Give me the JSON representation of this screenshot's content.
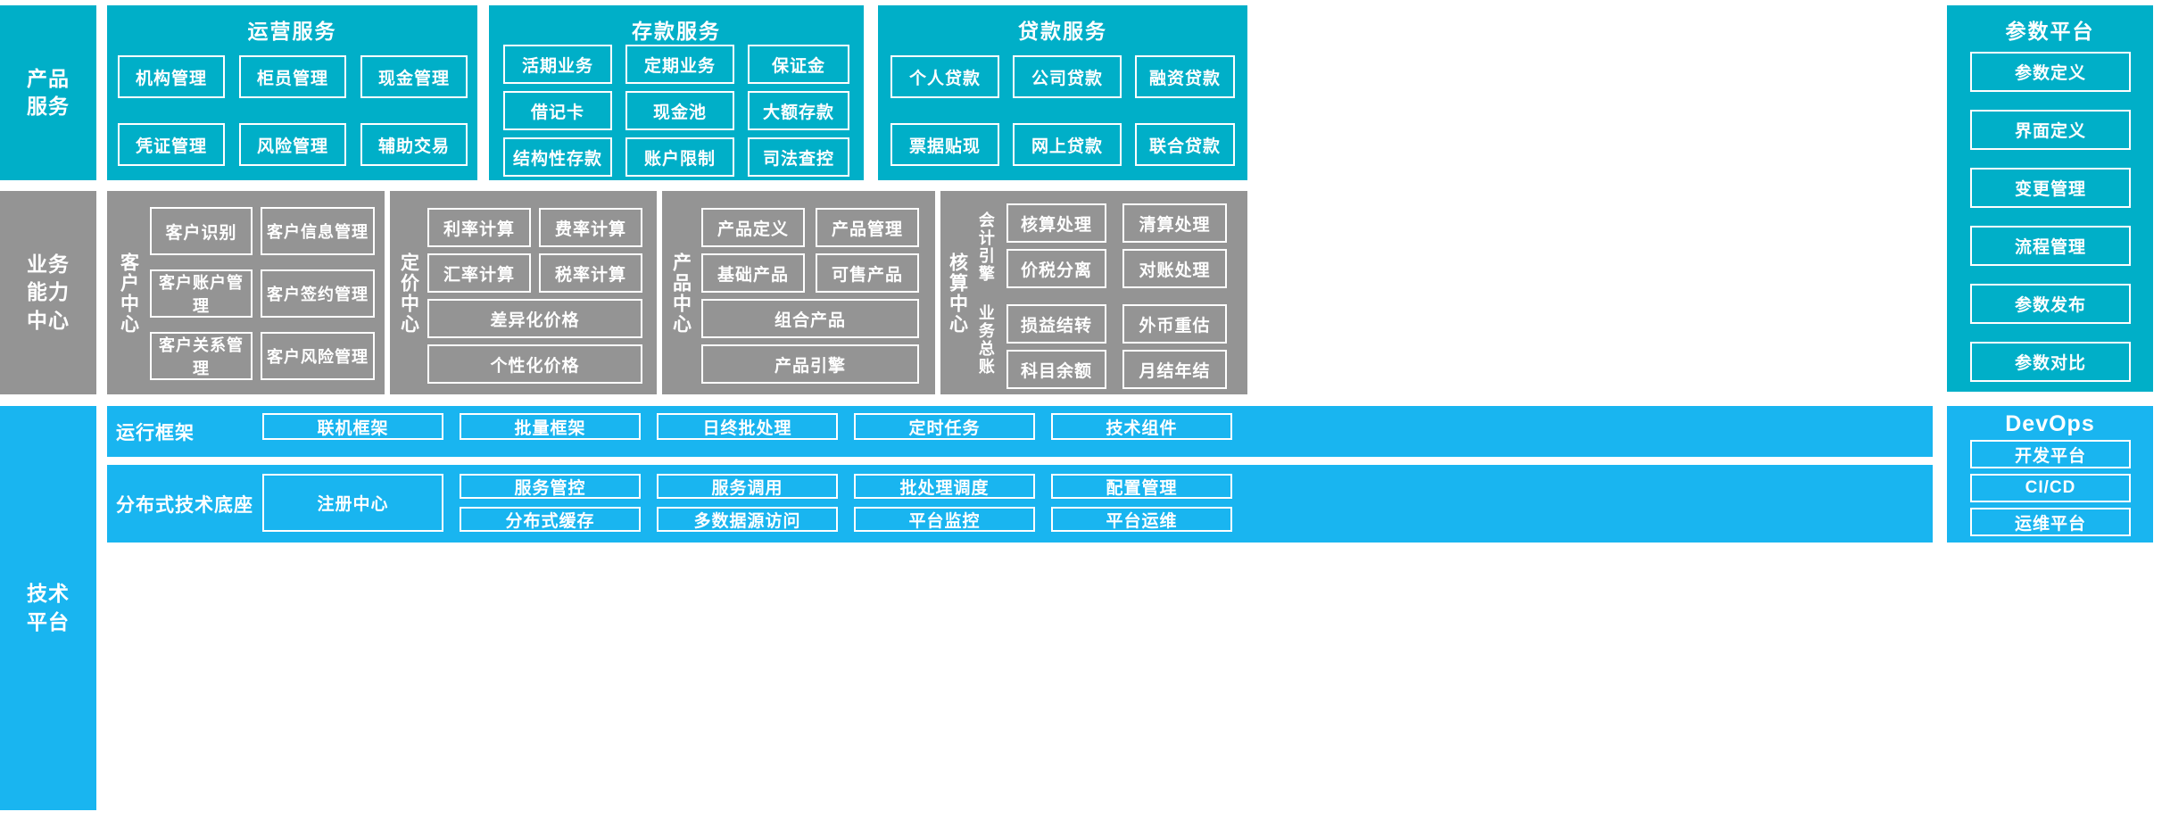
{
  "colors": {
    "teal": "#00AFC8",
    "gray": "#949494",
    "blue": "#19B5F0",
    "background": "#FFFFFF",
    "box_border": "#FFFFFF",
    "text": "#FFFFFF"
  },
  "rows": {
    "product_service": {
      "label": "产品\n服务",
      "label_line1": "产品",
      "label_line2": "服务"
    },
    "business_capability": {
      "label_line1": "业务",
      "label_line2": "能力",
      "label_line3": "中心"
    },
    "technical_platform": {
      "label_line1": "技术",
      "label_line2": "平台"
    }
  },
  "product_service_groups": [
    {
      "title": "运营服务",
      "cells": [
        "机构管理",
        "柜员管理",
        "现金管理",
        "凭证管理",
        "风险管理",
        "辅助交易"
      ]
    },
    {
      "title": "存款服务",
      "cells": [
        "活期业务",
        "定期业务",
        "保证金",
        "借记卡",
        "现金池",
        "大额存款",
        "结构性存款",
        "账户限制",
        "司法查控"
      ]
    },
    {
      "title": "贷款服务",
      "cells": [
        "个人贷款",
        "公司贷款",
        "融资贷款",
        "票据贴现",
        "网上贷款",
        "联合贷款"
      ]
    }
  ],
  "parameter_platform": {
    "title": "参数平台",
    "items": [
      "参数定义",
      "界面定义",
      "变更管理",
      "流程管理",
      "参数发布",
      "参数对比"
    ]
  },
  "business_centers": [
    {
      "side_label": "客户中心",
      "cells": [
        "客户识别",
        "客户信息管理",
        "客户账户管理",
        "客户签约管理",
        "客户关系管理",
        "客户风险管理"
      ]
    },
    {
      "side_label": "定价中心",
      "cells": [
        "利率计算",
        "费率计算",
        "汇率计算",
        "税率计算"
      ],
      "wide_cells": [
        "差异化价格",
        "个性化价格"
      ]
    },
    {
      "side_label": "产品中心",
      "cells": [
        "产品定义",
        "产品管理",
        "基础产品",
        "可售产品"
      ],
      "wide_cells": [
        "组合产品",
        "产品引擎"
      ]
    },
    {
      "side_label": "核算中心",
      "sub_label_1": "会计引擎",
      "sub_label_2": "业务总账",
      "cells_group1": [
        "核算处理",
        "清算处理",
        "价税分离",
        "对账处理"
      ],
      "cells_group2": [
        "损益结转",
        "外币重估",
        "科目余额",
        "月结年结"
      ]
    }
  ],
  "technical_platform": {
    "runtime_framework": {
      "caption": "运行框架",
      "cells": [
        "联机框架",
        "批量框架",
        "日终批处理",
        "定时任务",
        "技术组件"
      ]
    },
    "distributed_base": {
      "caption": "分布式技术底座",
      "registry": "注册中心",
      "cells_row1": [
        "服务管控",
        "服务调用",
        "批处理调度",
        "配置管理"
      ],
      "cells_row2": [
        "分布式缓存",
        "多数据源访问",
        "平台监控",
        "平台运维"
      ]
    }
  },
  "devops": {
    "title": "DevOps",
    "items": [
      "开发平台",
      "CI/CD",
      "运维平台"
    ]
  }
}
